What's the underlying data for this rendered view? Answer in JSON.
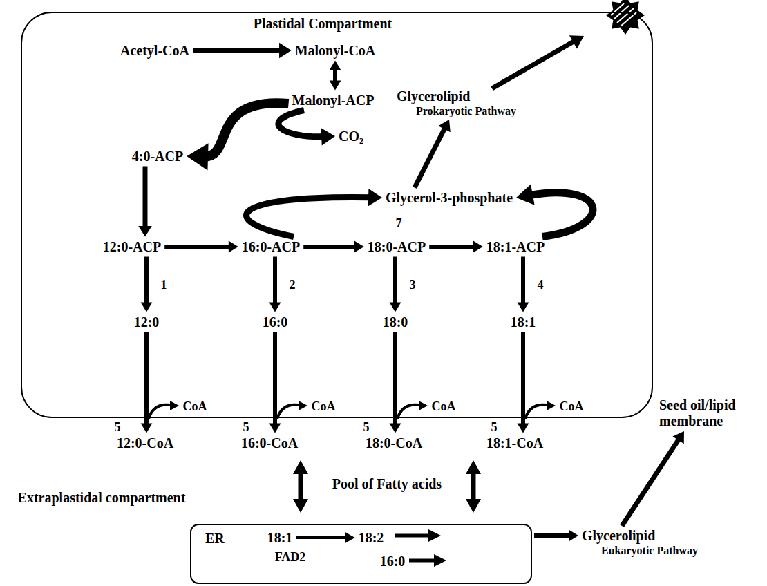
{
  "diagram": {
    "nodes": [
      {
        "text": [
          "Plastidal Compartment"
        ]
      },
      {
        "text": [
          "Acetyl-CoA"
        ],
        "in": 0
      },
      {
        "text": [
          "Malonyl-CoA"
        ],
        "in": 0
      },
      {
        "text": [
          "Malonyl-ACP"
        ],
        "in": 0
      },
      {
        "text": [
          "CO₂"
        ],
        "in": 0
      },
      {
        "text": [
          "4:0-ACP"
        ],
        "in": 0
      },
      {
        "text": [
          "Glycerolipid",
          "Prokaryotic Pathway"
        ],
        "in": 0
      },
      {
        "text": [
          "Glycerol-3-phosphate"
        ],
        "in": 0
      },
      {
        "text": [
          "12:0-ACP"
        ],
        "in": 0
      },
      {
        "text": [
          "16:0-ACP"
        ],
        "in": 0
      },
      {
        "text": [
          "18:0-ACP"
        ],
        "in": 0
      },
      {
        "text": [
          "18:1-ACP"
        ],
        "in": 0
      },
      {
        "text": [
          "12:0"
        ],
        "in": 0
      },
      {
        "text": [
          "16:0"
        ],
        "in": 0
      },
      {
        "text": [
          "18:0"
        ],
        "in": 0
      },
      {
        "text": [
          "18:1"
        ],
        "in": 0
      },
      {
        "text": [
          "12:0-CoA"
        ]
      },
      {
        "text": [
          "16:0-CoA"
        ]
      },
      {
        "text": [
          "18:0-CoA"
        ]
      },
      {
        "text": [
          "18:1-CoA"
        ]
      },
      {
        "text": [
          "ER"
        ]
      },
      {
        "text": [
          "18:1"
        ],
        "in": 20
      },
      {
        "text": [
          "18:2"
        ],
        "in": 20
      },
      {
        "text": [
          "16:0"
        ],
        "in": 20
      },
      {
        "text": [
          "Glycerolipid",
          "Eukaryotic Pathway"
        ]
      },
      {
        "text": [
          "Seed oil/lipid membrane"
        ]
      }
    ],
    "edges": [
      {
        "from": 1,
        "to": 2,
        "arrow": "to"
      },
      {
        "from": 2,
        "to": 3,
        "arrow": "both"
      },
      {
        "from": 3,
        "to": 5,
        "arrow": "to"
      },
      {
        "from": 3,
        "to": 4,
        "arrow": "to"
      },
      {
        "from": 5,
        "to": 8,
        "arrow": "to"
      },
      {
        "from": 8,
        "to": 9,
        "arrow": "to"
      },
      {
        "from": 9,
        "to": 10,
        "arrow": "to"
      },
      {
        "from": 10,
        "to": 11,
        "arrow": "to"
      },
      {
        "from": 9,
        "to": 7,
        "arrow": "to"
      },
      {
        "from": 11,
        "to": 7,
        "arrow": "to"
      },
      {
        "from": 7,
        "to": 6,
        "arrow": "to"
      },
      {
        "from": 8,
        "to": 12,
        "label": "1",
        "arrow": "to"
      },
      {
        "from": 9,
        "to": 13,
        "label": "2",
        "arrow": "to"
      },
      {
        "from": 10,
        "to": 14,
        "label": "3",
        "arrow": "to"
      },
      {
        "from": 11,
        "to": 15,
        "label": "4",
        "arrow": "to"
      },
      {
        "from": 12,
        "to": 16,
        "label": "5",
        "arrow": "to"
      },
      {
        "from": 13,
        "to": 17,
        "label": "5",
        "arrow": "to"
      },
      {
        "from": 14,
        "to": 18,
        "label": "5",
        "arrow": "to"
      },
      {
        "from": 15,
        "to": 19,
        "label": "5",
        "arrow": "to"
      },
      {
        "from": 21,
        "to": 22,
        "label": "FAD2",
        "arrow": "to"
      },
      {
        "from": 20,
        "to": 24,
        "arrow": "to"
      },
      {
        "from": 24,
        "to": 25,
        "arrow": "to"
      }
    ],
    "labels": [
      "7",
      "CoA",
      "CoA",
      "CoA",
      "CoA",
      "Pool of Fatty acids",
      "Extraplastidal compartment"
    ]
  }
}
